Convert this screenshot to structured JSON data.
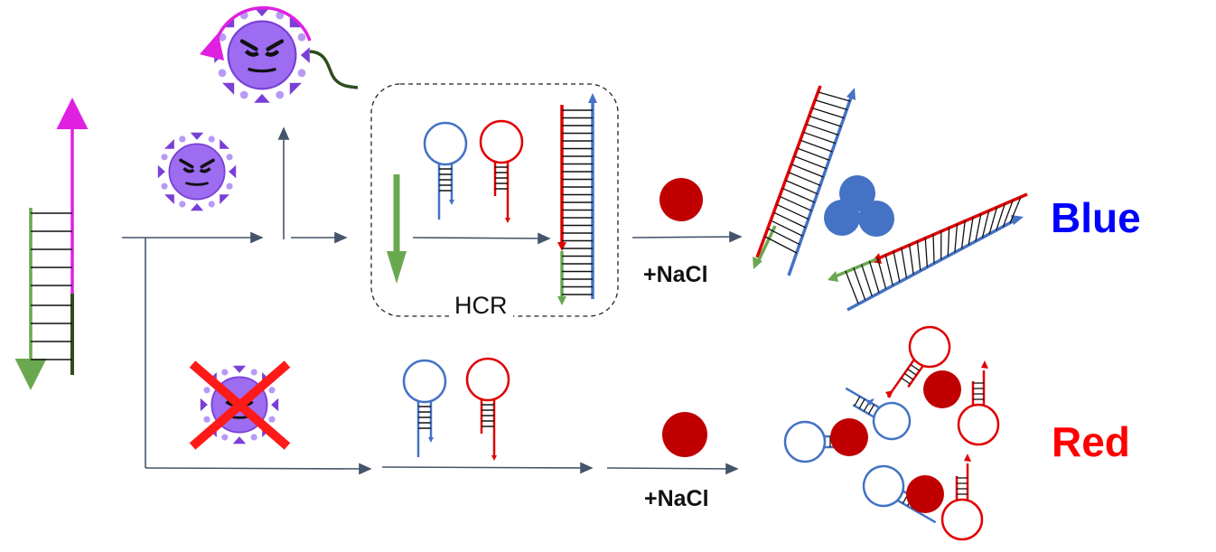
{
  "labels": {
    "hcr": "HCR",
    "nacl_top": "+NaCl",
    "nacl_bottom": "+NaCl",
    "result_positive": "Blue",
    "result_negative": "Red"
  },
  "colors": {
    "positive_result": "#0000ff",
    "negative_result": "#ff0000",
    "virus": "#9d6cf0",
    "virus_spike": "#7a3fd6",
    "magenta_strand": "#e020e0",
    "green_strand": "#6aa84f",
    "blue_strand": "#4472c4",
    "red_strand": "#e00000",
    "nanoparticle_blue": "#4472c4",
    "nanoparticle_red": "#c00000",
    "arrow": "#44546a"
  },
  "icons": [
    "dna-duplex-probe",
    "virus-icon",
    "hairpin-icon",
    "nanoparticle-icon",
    "cross-icon"
  ]
}
